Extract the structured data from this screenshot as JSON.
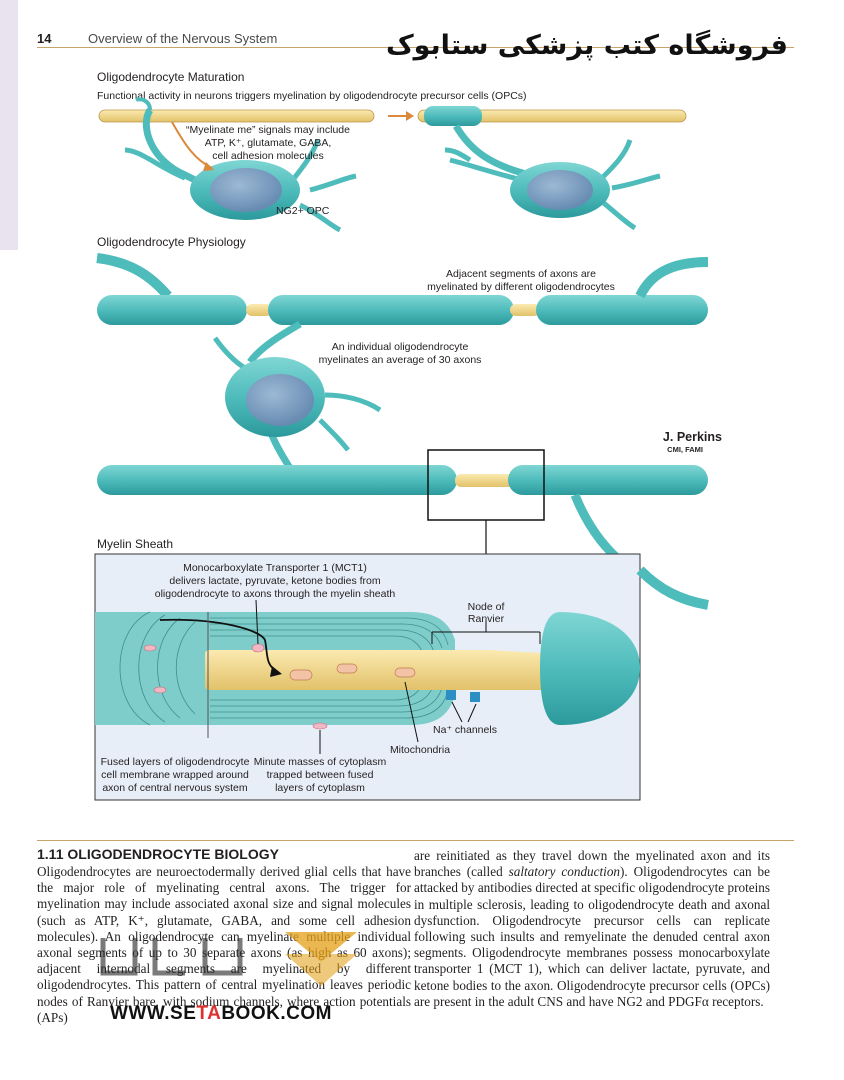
{
  "header": {
    "page_number": "14",
    "running_title": "Overview of the Nervous System",
    "store_name": "فروشگاه کتب پزشکی ستابوک"
  },
  "figure": {
    "maturation": {
      "title": "Oligodendrocyte Maturation",
      "caption": "Functional activity in neurons triggers myelination by oligodendrocyte precursor cells (OPCs)",
      "signals_line1": "“Myelinate me” signals may include",
      "signals_line2": "ATP, K⁺, glutamate, GABA,",
      "signals_line3": "cell adhesion molecules",
      "opc_label": "NG2+ OPC"
    },
    "physiology": {
      "title": "Oligodendrocyte Physiology",
      "adjacent_line1": "Adjacent segments of axons are",
      "adjacent_line2": "myelinated by different oligodendrocytes",
      "individual_line1": "An individual oligodendrocyte",
      "individual_line2": "myelinates an average of 30 axons"
    },
    "signature": {
      "name": "J. Perkins",
      "credentials": "CMI, FAMI"
    },
    "sheath": {
      "title": "Myelin Sheath",
      "mct_line1": "Monocarboxylate Transporter 1 (MCT1)",
      "mct_line2": "delivers lactate, pyruvate, ketone bodies from",
      "mct_line3": "oligodendrocyte to axons through the myelin sheath",
      "node_line1": "Node of",
      "node_line2": "Ranvier",
      "channels": "Na⁺ channels",
      "mitochondria": "Mitochondria",
      "fused_line1": "Fused layers of oligodendrocyte",
      "fused_line2": "cell membrane wrapped around",
      "fused_line3": "axon of central nervous system",
      "minute_line1": "Minute masses of cytoplasm",
      "minute_line2": "trapped between fused",
      "minute_line3": "layers of cytoplasm"
    }
  },
  "section": {
    "number": "1.11",
    "title": "OLIGODENDROCYTE BIOLOGY",
    "left_text": "Oligodendrocytes are neuroectodermally derived glial cells that have the major role of myelinating central axons. The trigger for myelination may include associated axonal size and signal molecules (such as ATP, K⁺, glutamate, GABA, and some cell adhesion molecules). An oligodendrocyte can myelinate multiple individual axonal segments of up to 30 separate axons (as high as 60 axons); adjacent internodal segments are myelinated by different oligodendrocytes. This pattern of central myelination leaves periodic nodes of Ranvier bare, with sodium channels, where action potentials (APs)",
    "right_text_before": "are reinitiated as they travel down the myelinated axon and its branches (called ",
    "right_text_em": "saltatory conduction",
    "right_text_after": "). Oligodendrocytes can be attacked by antibodies directed at specific oligodendrocyte proteins in multiple sclerosis, leading to oligodendrocyte death and axonal dysfunction. Oligodendrocyte precursor cells can replicate following such insults and remyelinate the denuded central axon segments. Oligodendrocyte membranes possess monocarboxylate transporter 1 (MCT 1), which can deliver lactate, pyruvate, and ketone bodies to the axon. Oligodendrocyte precursor cells (OPCs) are present in the adult CNS and have NG2 and PDGFα receptors."
  },
  "watermark": {
    "url_a": "WWW.SE",
    "url_b": "TA",
    "url_c": "BOOK.COM"
  },
  "colors": {
    "teal": "#4fbcbc",
    "axon": "#f2d88a",
    "rule": "#c8a36a",
    "panel": "#e8eef8"
  }
}
